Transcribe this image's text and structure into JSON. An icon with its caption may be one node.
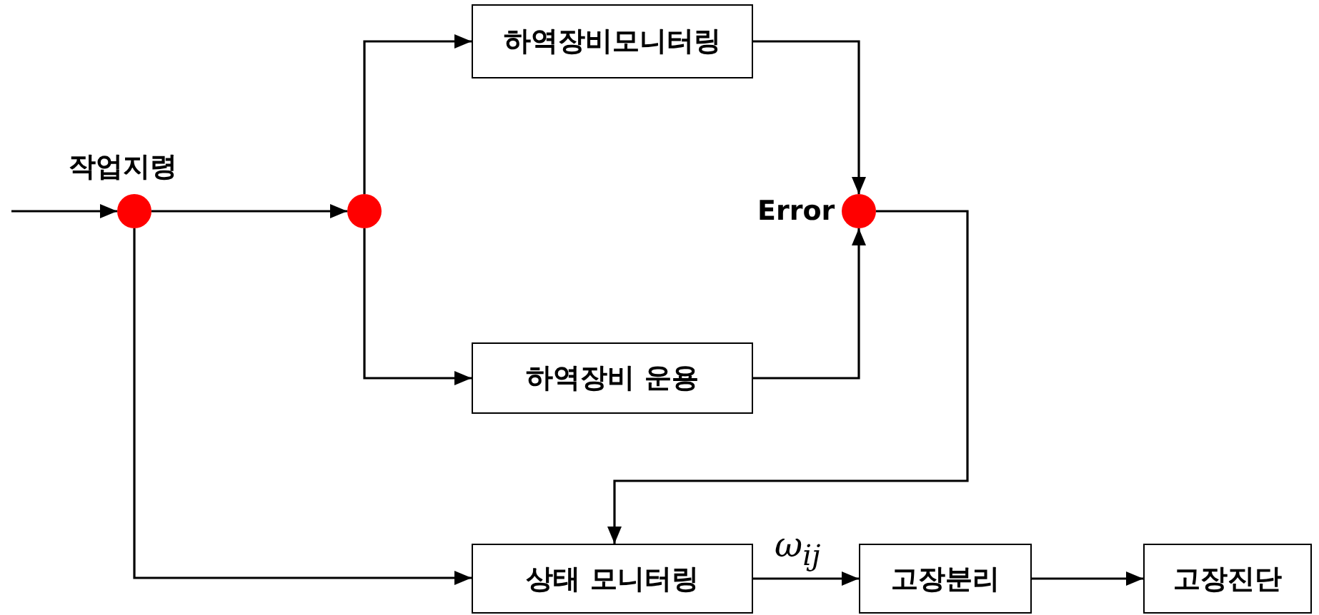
{
  "diagram": {
    "nodes": [
      {
        "text": [],
        "shape": "circle",
        "beside": [
          "작업지령"
        ]
      },
      {
        "text": [],
        "shape": "circle"
      },
      {
        "text": [
          "하역장비모니터링"
        ]
      },
      {
        "text": [
          "하역장비 운용"
        ]
      },
      {
        "text": [],
        "shape": "circle",
        "beside": [
          "Error"
        ]
      },
      {
        "text": [
          "상태 모니터링"
        ]
      },
      {
        "text": [
          "고장분리"
        ]
      },
      {
        "text": [
          "고장진단"
        ]
      }
    ],
    "edges": [
      {
        "from": null,
        "to": 0,
        "arrow": "to"
      },
      {
        "from": 0,
        "to": 1,
        "arrow": "to"
      },
      {
        "from": 1,
        "to": 2,
        "arrow": "to"
      },
      {
        "from": 1,
        "to": 3,
        "arrow": "to"
      },
      {
        "from": 2,
        "to": 4,
        "arrow": "to"
      },
      {
        "from": 3,
        "to": 4,
        "arrow": "to"
      },
      {
        "from": 4,
        "to": 5,
        "arrow": "to"
      },
      {
        "from": 0,
        "to": 5,
        "arrow": "to"
      },
      {
        "from": 5,
        "to": 6,
        "arrow": "to",
        "label": "ω$_{ij}$"
      },
      {
        "from": 6,
        "to": 7,
        "arrow": "to"
      }
    ]
  }
}
